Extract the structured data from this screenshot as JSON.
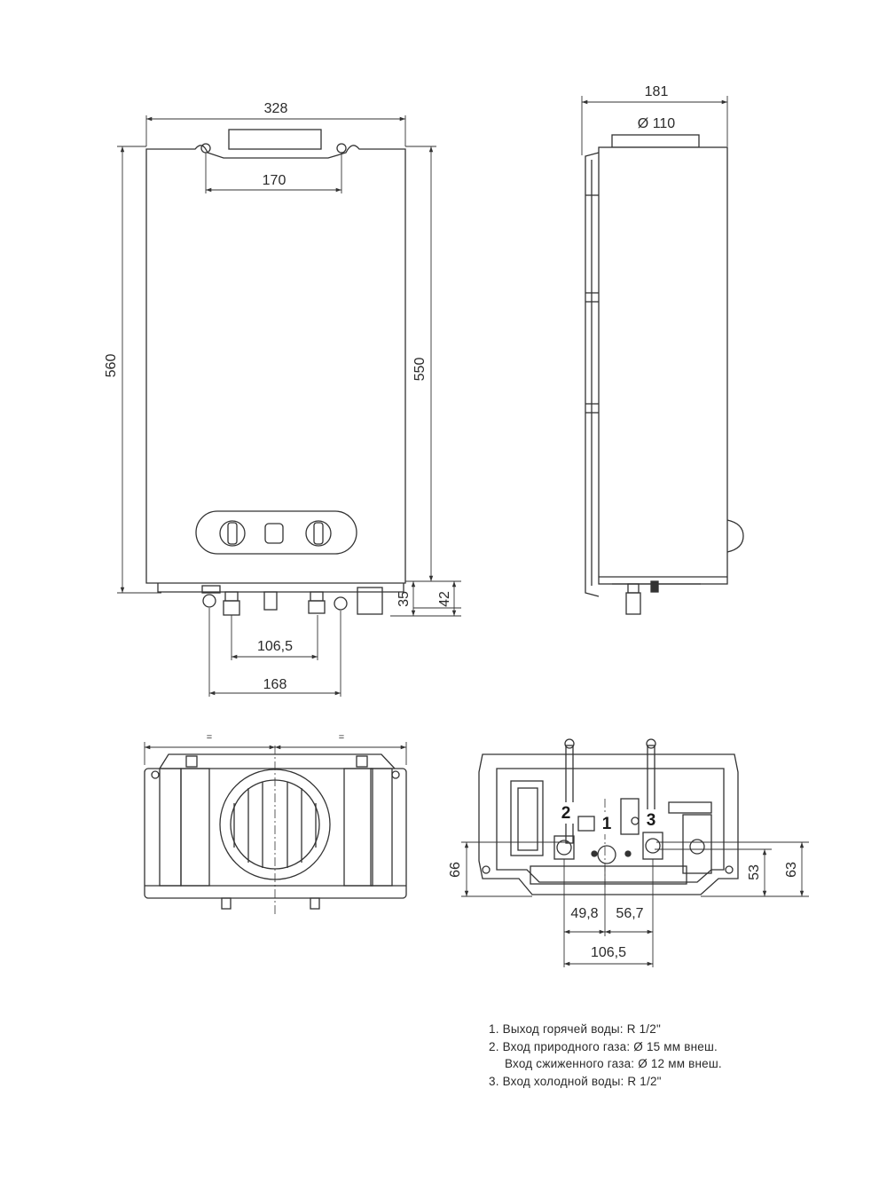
{
  "dimensions": {
    "front_width": "328",
    "mount_spacing": "170",
    "total_height": "560",
    "body_height": "550",
    "pipe_depth_35": "35",
    "pipe_depth_42": "42",
    "pipe_spacing": "106,5",
    "outer_pipe_spacing": "168",
    "side_depth": "181",
    "flue_diameter": "Ø 110",
    "bottom_left_height": "66",
    "bottom_right_height_53": "53",
    "bottom_right_height_63": "63",
    "bottom_offset_left": "49,8",
    "bottom_offset_right": "56,7",
    "bottom_pipe_spacing": "106,5"
  },
  "equal_marks": [
    "=",
    "="
  ],
  "connection_markers": [
    "1",
    "2",
    "3"
  ],
  "legend": [
    "1. Выход горячей воды: R 1/2\"",
    "2. Вход природного газа: Ø 15 мм внеш.",
    "Вход сжиженного газа: Ø 12 мм внеш.",
    "3. Вход холодной воды: R 1/2\""
  ]
}
